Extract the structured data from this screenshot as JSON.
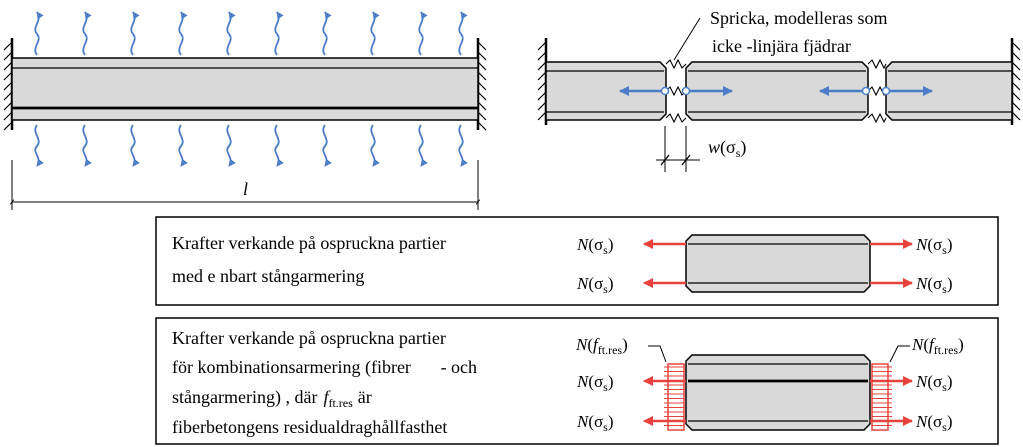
{
  "labels": {
    "length_symbol": "l",
    "crack_label_line1": "Spricka, modelleras som",
    "crack_label_line2": "icke -linjära fjädrar",
    "crack_width_w": "w",
    "crack_width_open": "(σ",
    "crack_width_sub": "s",
    "crack_width_close": ")"
  },
  "box1": {
    "line1": "Krafter verkande på ospruckna partier",
    "line2": "med e nbart stångarmering"
  },
  "box2": {
    "line1": "Krafter verkande på ospruckna partier",
    "line2_a": "för kombinationsarmering (fibrer",
    "line2_b": "- och",
    "line3_a": "stångarmering) , där",
    "line3_f": "f",
    "line3_sub": "ft.res",
    "line3_b": "är",
    "line4": "fiberbetongens residualdraghållfasthet"
  },
  "force_labels": {
    "N": "N",
    "sigma_open": "(σ",
    "s_sub": "s",
    "close": ")",
    "f": "f",
    "ftres_sub": "ft.res"
  },
  "colors": {
    "concrete_fill": "#d9d9d9",
    "arrow_blue": "#4a7cc7",
    "arrow_red": "#e8423d",
    "stroke": "#000000"
  }
}
